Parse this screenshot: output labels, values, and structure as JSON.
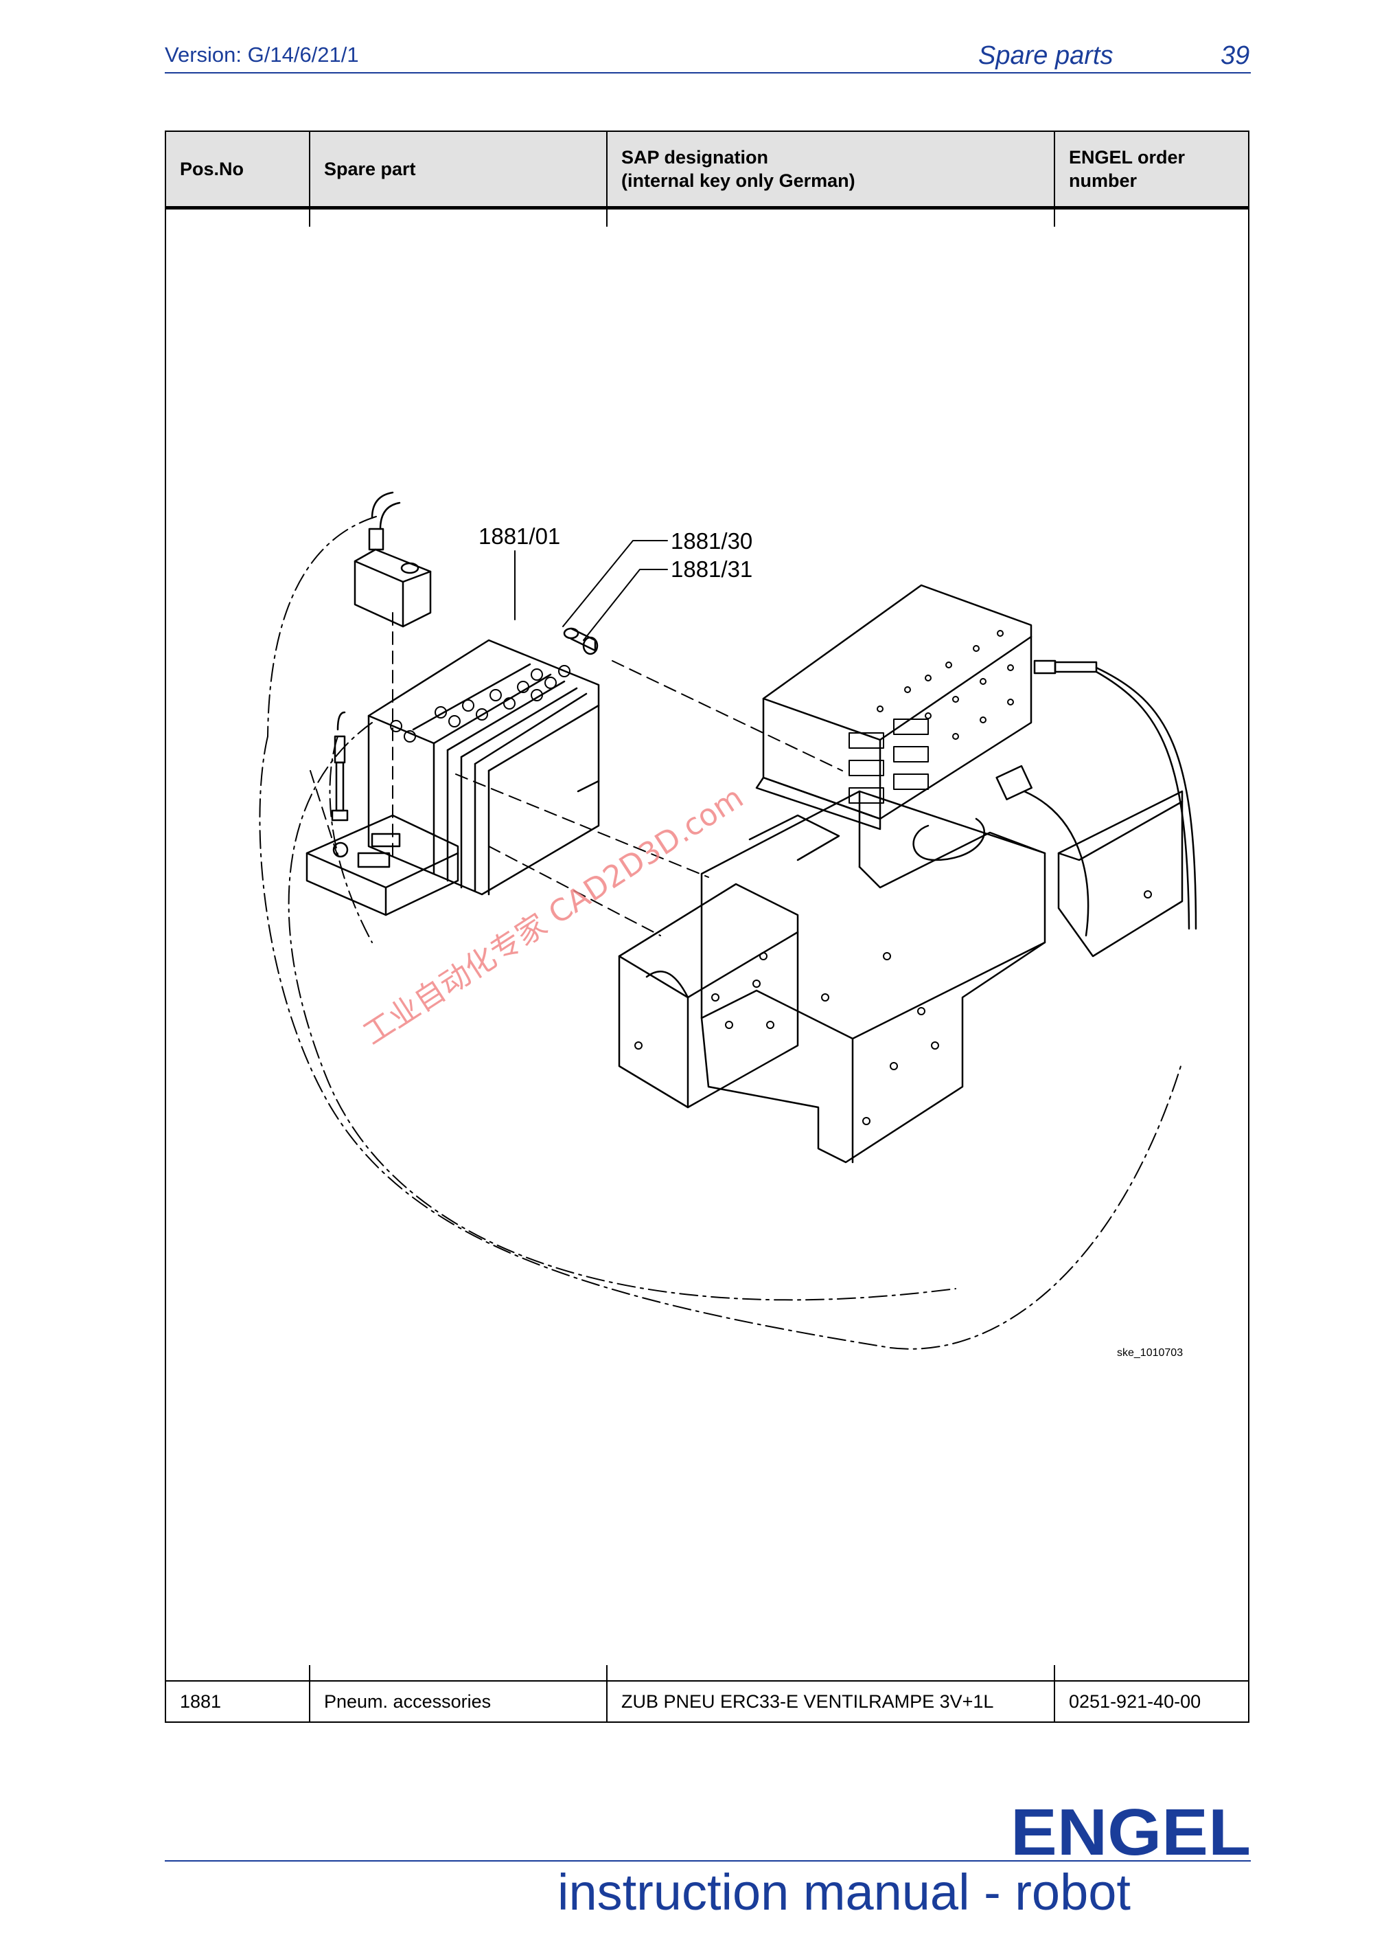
{
  "header": {
    "version": "Version: G/14/6/21/1",
    "section": "Spare parts",
    "page_number": "39"
  },
  "table": {
    "columns": [
      {
        "label_line1": "Pos.No",
        "label_line2": ""
      },
      {
        "label_line1": "Spare part",
        "label_line2": ""
      },
      {
        "label_line1": "SAP designation",
        "label_line2": "(internal key only German)"
      },
      {
        "label_line1": "ENGEL order",
        "label_line2": "number"
      }
    ],
    "rows": [
      {
        "pos_no": "1881",
        "spare_part": "Pneum. accessories",
        "sap_designation": "ZUB PNEU ERC33-E VENTILRAMPE 3V+1L",
        "order_number": "0251-921-40-00"
      }
    ]
  },
  "drawing": {
    "callouts": [
      "1881/01",
      "1881/30",
      "1881/31"
    ],
    "reference": "ske_1010703",
    "watermark": "工业自动化专家 CAD2D3D.com"
  },
  "footer": {
    "title": "instruction manual - robot",
    "logo": "ENGEL"
  },
  "colors": {
    "accent": "#1a3d9a",
    "header_fill": "#e2e2e2",
    "watermark": "#f08080"
  }
}
